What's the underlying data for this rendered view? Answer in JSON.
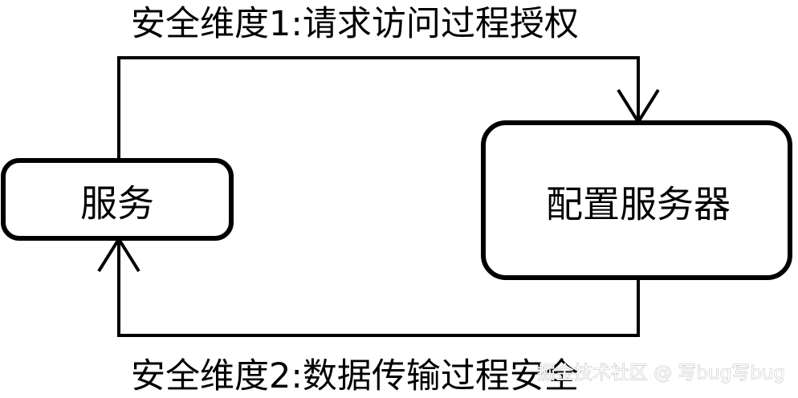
{
  "diagram": {
    "top_label": "安全维度1:请求访问过程授权",
    "bottom_label": "安全维度2:数据传输过程安全",
    "nodes": {
      "service": "服务",
      "config_server": "配置服务器"
    },
    "colors": {
      "stroke": "#000000",
      "text": "#000000",
      "background": "#ffffff"
    }
  },
  "watermark": {
    "text": "掘金技术社区 @ 写bug写bug"
  }
}
